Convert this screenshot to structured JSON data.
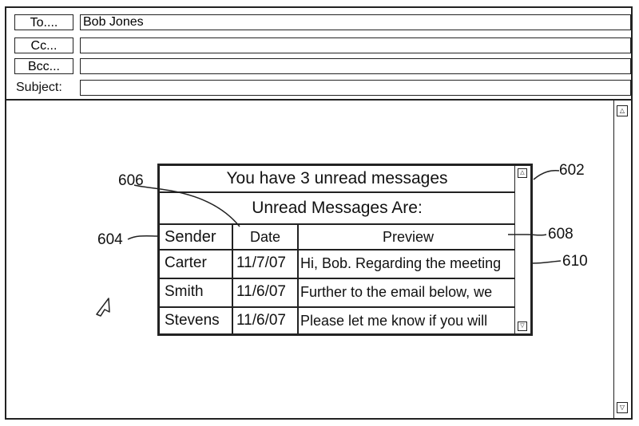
{
  "header": {
    "to_label": "To....",
    "to_value": "Bob Jones",
    "cc_label": "Cc...",
    "cc_value": "",
    "bcc_label": "Bcc...",
    "bcc_value": "",
    "subject_label": "Subject:",
    "subject_value": ""
  },
  "popup": {
    "title": "You have 3 unread messages",
    "subtitle": "Unread Messages Are:",
    "columns": [
      "Sender",
      "Date",
      "Preview"
    ],
    "rows": [
      {
        "sender": "Carter",
        "date": "11/7/07",
        "preview": "Hi, Bob. Regarding the meeting"
      },
      {
        "sender": "Smith",
        "date": "11/6/07",
        "preview": "Further to the email below, we"
      },
      {
        "sender": "Stevens",
        "date": "11/6/07",
        "preview": "Please let me know if you will"
      }
    ]
  },
  "callouts": {
    "popup": "602",
    "sender_column": "604",
    "date_column": "606",
    "header_row": "608",
    "message_row": "610"
  },
  "icons": {
    "scroll_up": "scroll-up-arrow-icon",
    "scroll_down": "scroll-down-arrow-icon",
    "cursor": "mouse-pointer-icon"
  }
}
